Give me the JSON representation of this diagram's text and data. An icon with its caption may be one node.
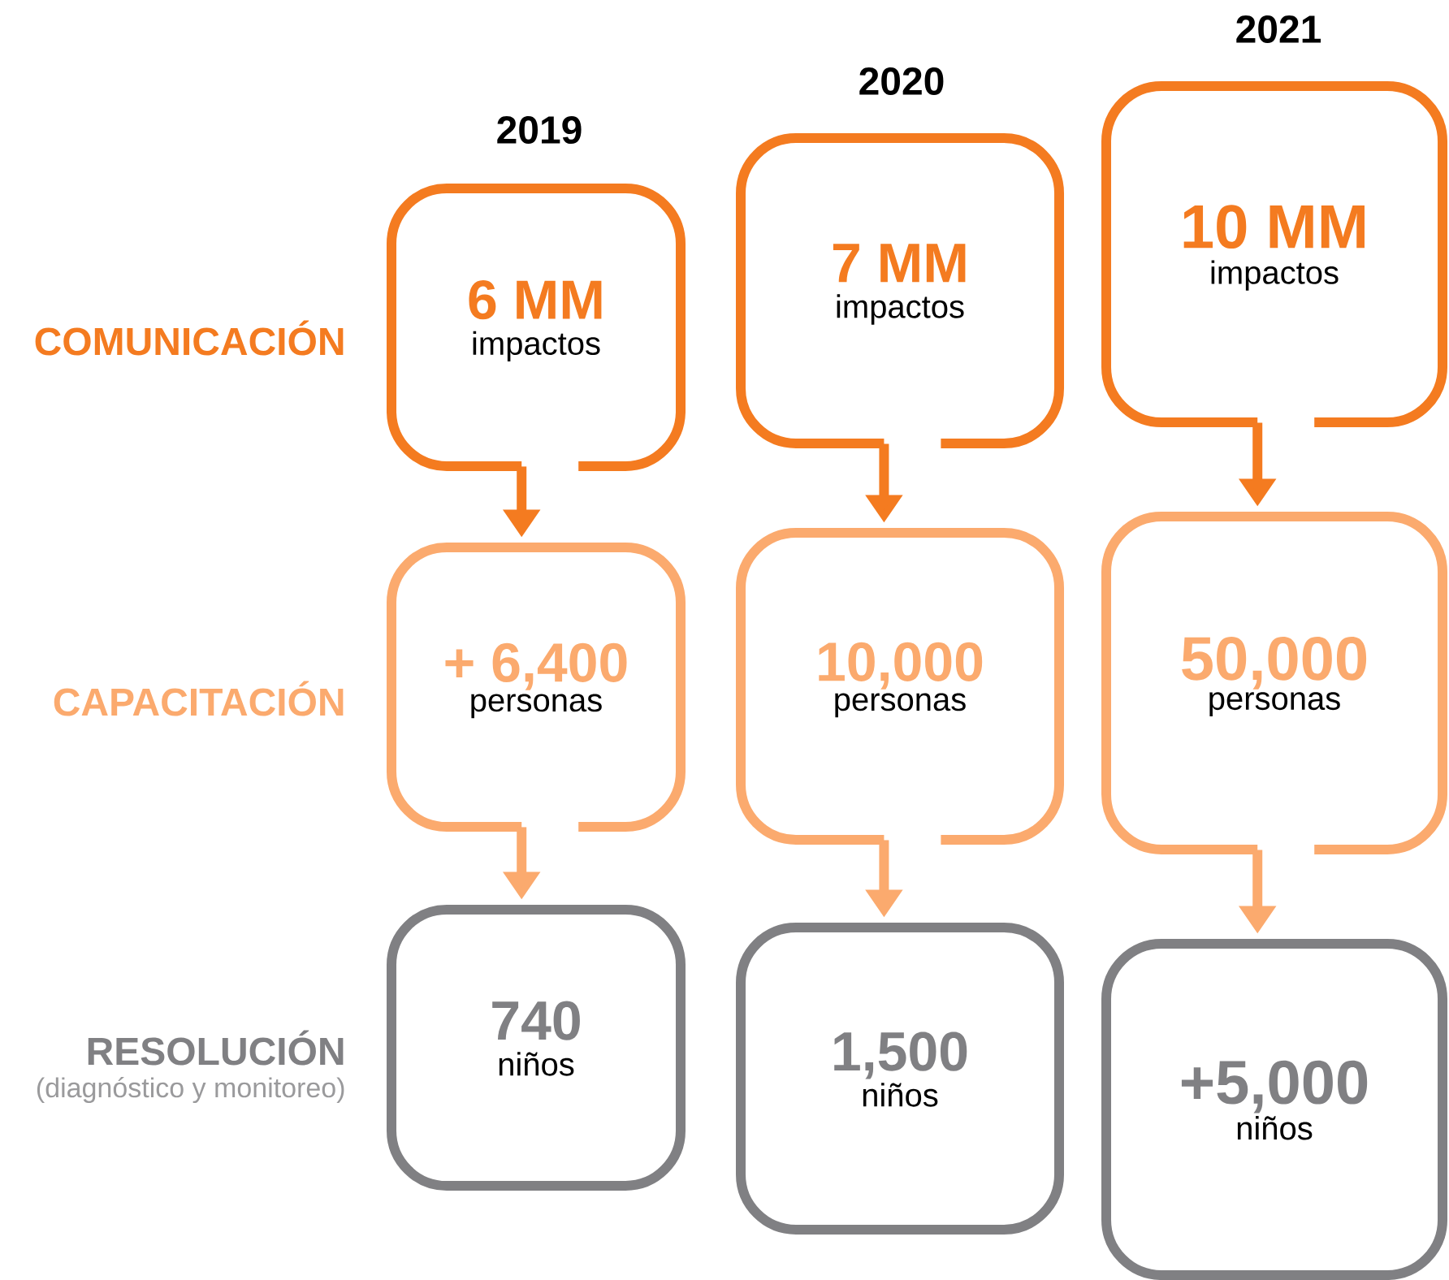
{
  "diagram": {
    "nodes": [
      {
        "text": [
          "6 MM",
          "impactos"
        ]
      },
      {
        "text": [
          "7 MM",
          "impactos"
        ]
      },
      {
        "text": [
          "10 MM",
          "impactos"
        ]
      },
      {
        "text": [
          "+ 6,400",
          "personas"
        ]
      },
      {
        "text": [
          "10,000",
          "personas"
        ]
      },
      {
        "text": [
          "50,000",
          "personas"
        ]
      },
      {
        "text": [
          "740",
          "niños"
        ]
      },
      {
        "text": [
          "1,500",
          "niños"
        ]
      },
      {
        "text": [
          "+5,000",
          "niños"
        ]
      }
    ],
    "edges": [
      {
        "from": 0,
        "to": 3,
        "arrow": "to"
      },
      {
        "from": 1,
        "to": 4,
        "arrow": "to"
      },
      {
        "from": 2,
        "to": 5,
        "arrow": "to"
      },
      {
        "from": 3,
        "to": 6,
        "arrow": "to",
        "color": "#fbaa6e"
      },
      {
        "from": 4,
        "to": 7,
        "arrow": "to",
        "color": "#fbaa6e"
      },
      {
        "from": 5,
        "to": 8,
        "arrow": "to",
        "color": "#fbaa6e"
      }
    ],
    "labels": [
      "2021",
      "2020",
      "2019",
      "COMUNICACIÓN",
      "CAPACITACIÓN",
      "RESOLUCIÓN",
      "(diagnóstico y monitoreo)"
    ]
  }
}
